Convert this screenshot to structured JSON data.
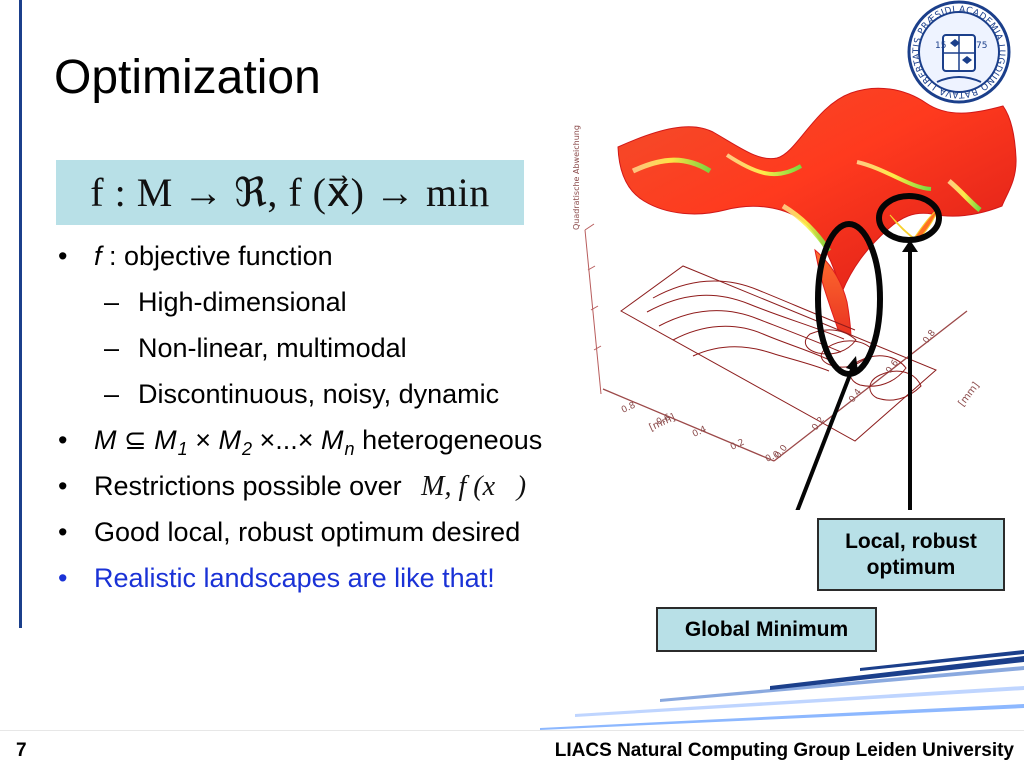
{
  "slide": {
    "title": "Optimization",
    "formula": "f : M → ℜ, f (x⃗) → min",
    "page_number": "7",
    "footer": "LIACS Natural Computing Group Leiden University"
  },
  "bullets": {
    "objective_function": {
      "symbol": "f",
      "text": " : objective function"
    },
    "sub1": "High-dimensional",
    "sub2": "Non-linear, multimodal",
    "sub3": "Discontinuous, noisy, dynamic",
    "heterogeneous": {
      "M": "M",
      "subseteq": "⊆",
      "M1": "M",
      "M1_sub": "1",
      "times1": " × ",
      "M2": "M",
      "M2_sub": "2",
      "times2": " ×...× ",
      "Mn": "M",
      "Mn_sub": "n",
      "tail": " heterogeneous"
    },
    "restrictions": "Restrictions possible over",
    "restrictions_math": "M, f (x⃗)",
    "good_local": "Good local, robust optimum desired",
    "realistic": "Realistic landscapes are like that!"
  },
  "labels": {
    "local_robust_optimum": "Local, robust optimum",
    "global_minimum": "Global Minimum"
  },
  "seal": {
    "text": "ACADEMIA LUGDUNO BATAVA LIBERTATIS PRÆSIDIUM",
    "left_number": "15",
    "right_number": "75"
  },
  "figure": {
    "axis_labels": {
      "y_axis": "[mm]",
      "x_axis": "[mm]",
      "z_axis": "Quadratische Abweichung"
    },
    "tick_labels": [
      "0.8",
      "0.6",
      "0.4",
      "0.2",
      "0.0",
      "0.0",
      "0.2",
      "0.4",
      "0.6",
      "0.8"
    ]
  },
  "colors": {
    "formula_bg": "#b8e0e7",
    "bullet_blue": "#1a32d6",
    "rule_blue": "#1b3f8b"
  }
}
